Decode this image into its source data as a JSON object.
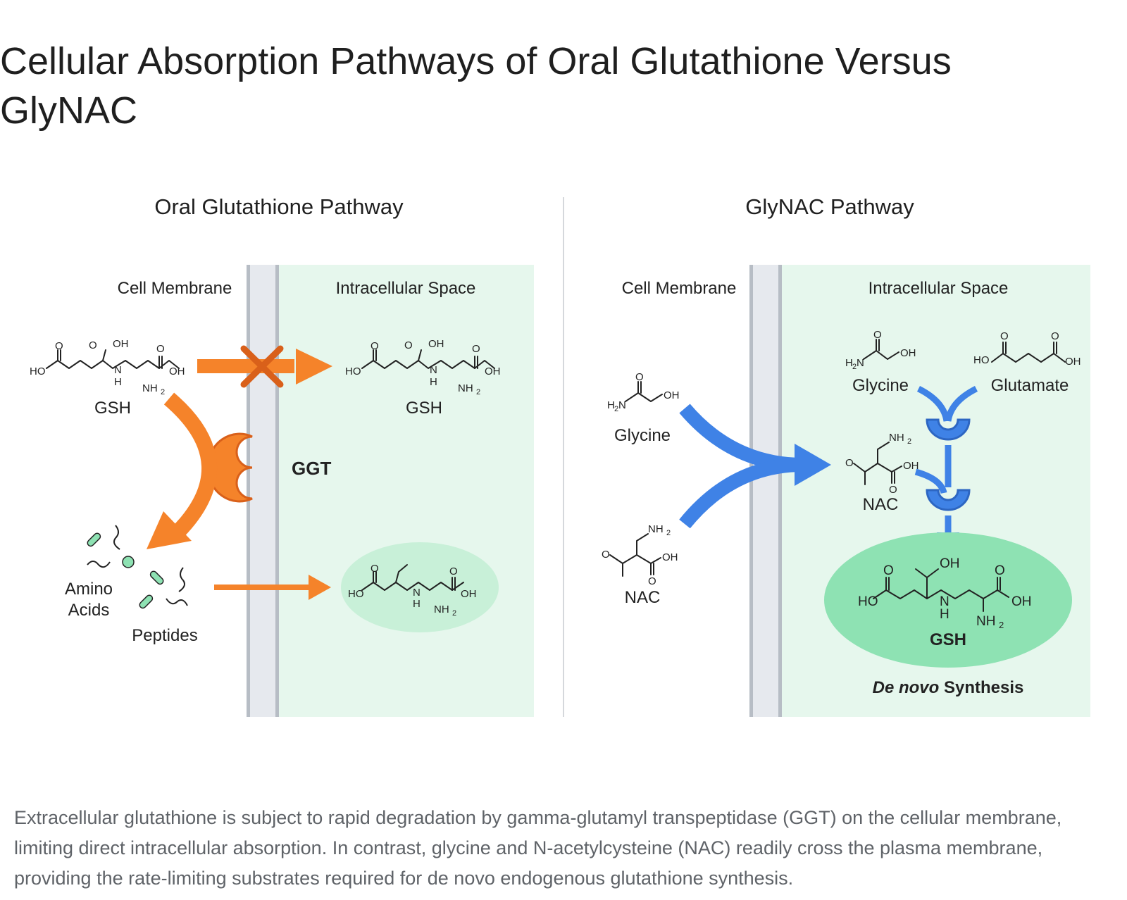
{
  "title": "Cellular Absorption Pathways of Oral Glutathione Versus GlyNAC",
  "caption": "Extracellular glutathione is subject to rapid degradation by gamma-glutamyl transpeptidase (GGT) on the cellular membrane, limiting direct intracellular absorption. In contrast, glycine and N-acetylcysteine (NAC) readily cross the plasma membrane, providing the rate-limiting substrates required for de novo endogenous glutathione synthesis.",
  "left_panel": {
    "title": "Oral Glutathione Pathway",
    "membrane_label": "Cell Membrane",
    "intracellular_label": "Intracellular Space",
    "gsh_outside": "GSH",
    "gsh_inside": "GSH",
    "enzyme": "GGT",
    "amino_acids_line1": "Amino",
    "amino_acids_line2": "Acids",
    "peptides": "Peptides"
  },
  "right_panel": {
    "title": "GlyNAC Pathway",
    "membrane_label": "Cell Membrane",
    "intracellular_label": "Intracellular Space",
    "glycine_outside": "Glycine",
    "nac_outside": "NAC",
    "glycine_inside": "Glycine",
    "glutamate": "Glutamate",
    "nac_inside": "NAC",
    "gsh_product": "GSH",
    "synthesis_italic": "De novo",
    "synthesis_rest": " Synthesis"
  },
  "chem": {
    "o": "O",
    "oh": "OH",
    "ho": "HO",
    "n": "N",
    "h": "H",
    "nh": "NH",
    "h2n": "H",
    "sub2": "2",
    "sub2b": "N"
  },
  "colors": {
    "orange": "#f5832a",
    "orange_dark": "#d9601a",
    "blue": "#3f82e6",
    "blue_dark": "#2d66c2",
    "intracellular": "#e6f7ed",
    "membrane": "#e6e9ee",
    "gsh_blob": "#8ee2b3"
  }
}
